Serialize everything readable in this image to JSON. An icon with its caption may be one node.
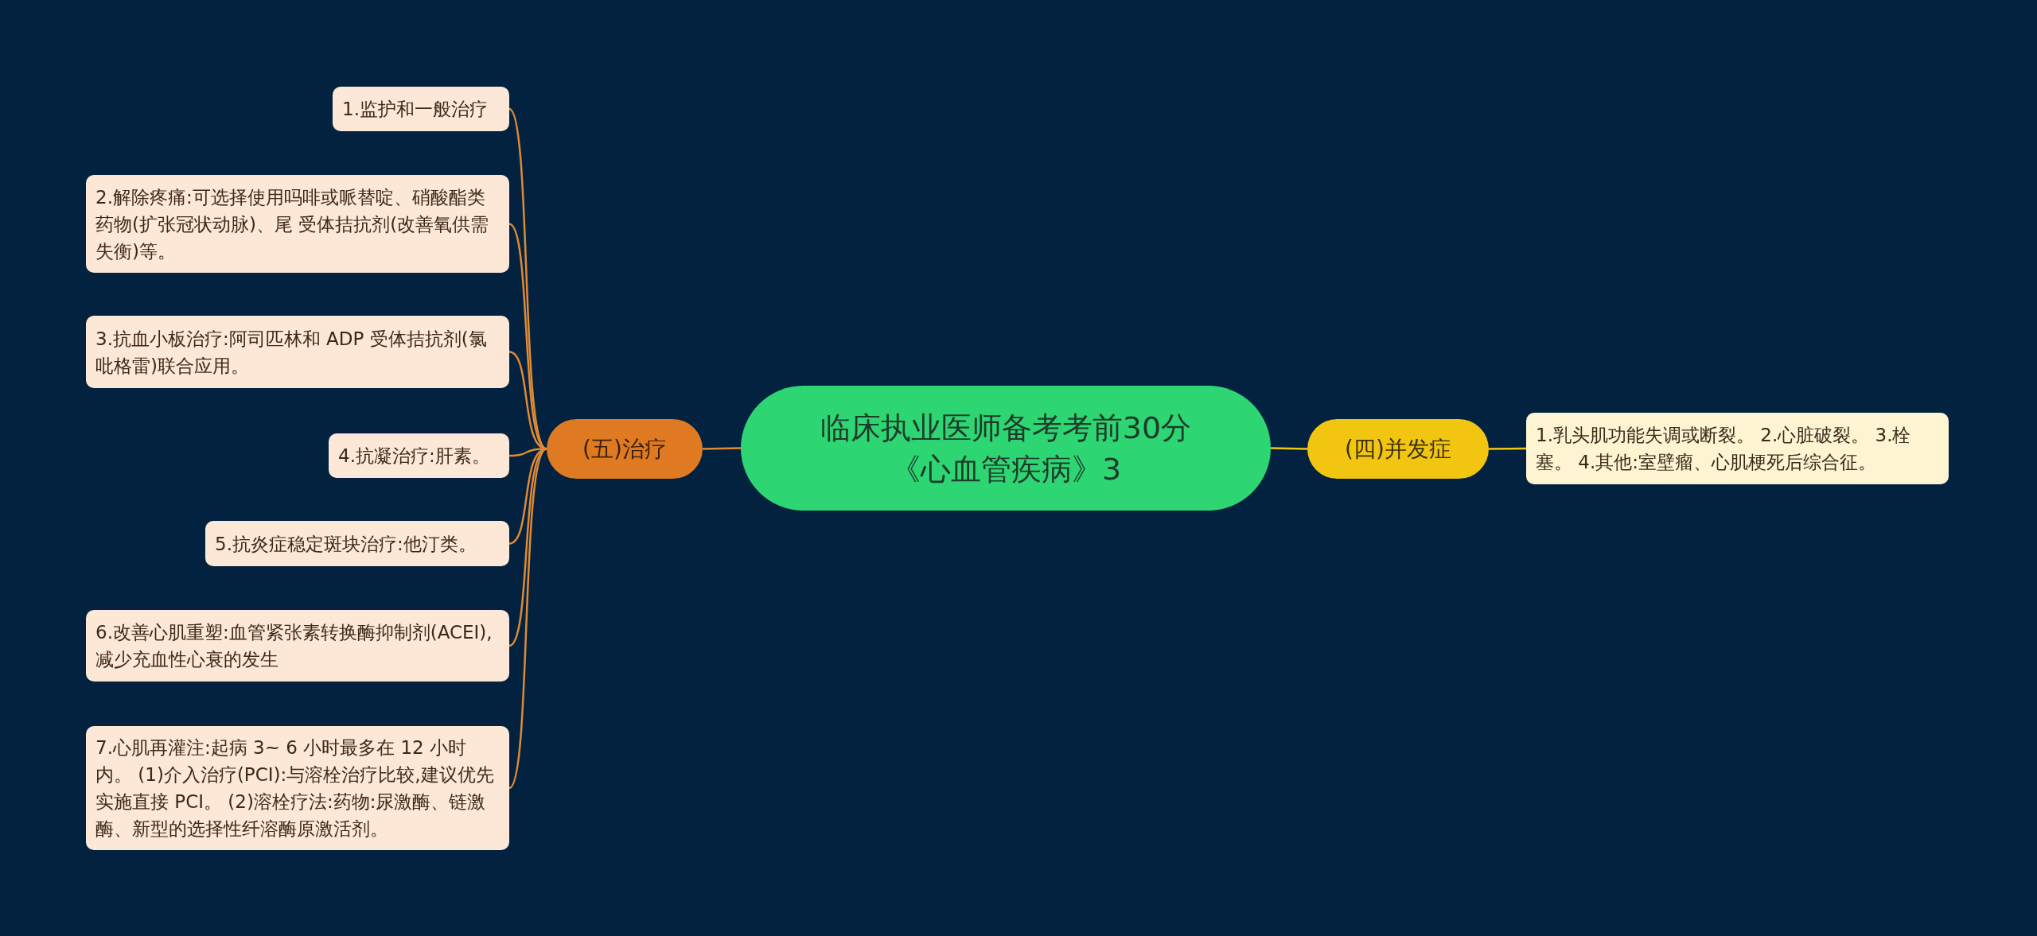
{
  "diagram": {
    "nodes": [
      {
        "text": [
          "临床执业医师备考考前30分《心血管疾病》3"
        ]
      },
      {
        "text": [
          "(五)治疗"
        ]
      },
      {
        "text": [
          "1.监护和一般治疗"
        ]
      },
      {
        "text": [
          "2.解除疼痛:可选择使用吗啡或哌替啶、硝酸酯类药物(扩张冠状动脉)、尾 受体拮抗剂(改善氧供需失衡)等。"
        ]
      },
      {
        "text": [
          "3.抗血小板治疗:阿司匹林和 ADP 受体拮抗剂(氯吡格雷)联合应用。"
        ]
      },
      {
        "text": [
          "4.抗凝治疗:肝素。"
        ]
      },
      {
        "text": [
          "5.抗炎症稳定斑块治疗:他汀类。"
        ]
      },
      {
        "text": [
          "6.改善心肌重塑:血管紧张素转换酶抑制剂(ACEI),减少充血性心衰的发生"
        ]
      },
      {
        "text": [
          "7.心肌再灌注:起病 3~ 6 小时最多在 12 小时内。 (1)介入治疗(PCI):与溶栓治疗比较,建议优先实施直接 PCI。 (2)溶栓疗法:药物:尿激酶、链激酶、新型的选择性纤溶酶原激活剂。"
        ]
      },
      {
        "text": [
          "(四)并发症"
        ]
      },
      {
        "text": [
          "1.乳头肌功能失调或断裂。 2.心脏破裂。 3.栓塞。 4.其他:室壁瘤、心肌梗死后综合征。"
        ]
      }
    ],
    "edges": [
      {
        "from": 0,
        "to": 1,
        "arrow": "none"
      },
      {
        "from": 1,
        "to": 2,
        "arrow": "none"
      },
      {
        "from": 1,
        "to": 3,
        "arrow": "none"
      },
      {
        "from": 1,
        "to": 4,
        "arrow": "none"
      },
      {
        "from": 1,
        "to": 5,
        "arrow": "none"
      },
      {
        "from": 1,
        "to": 6,
        "arrow": "none"
      },
      {
        "from": 1,
        "to": 7,
        "arrow": "none"
      },
      {
        "from": 1,
        "to": 8,
        "arrow": "none"
      },
      {
        "from": 0,
        "to": 9,
        "arrow": "none",
        "color": "#f2c511"
      },
      {
        "from": 9,
        "to": 10,
        "arrow": "none",
        "color": "#f2c511"
      }
    ]
  }
}
